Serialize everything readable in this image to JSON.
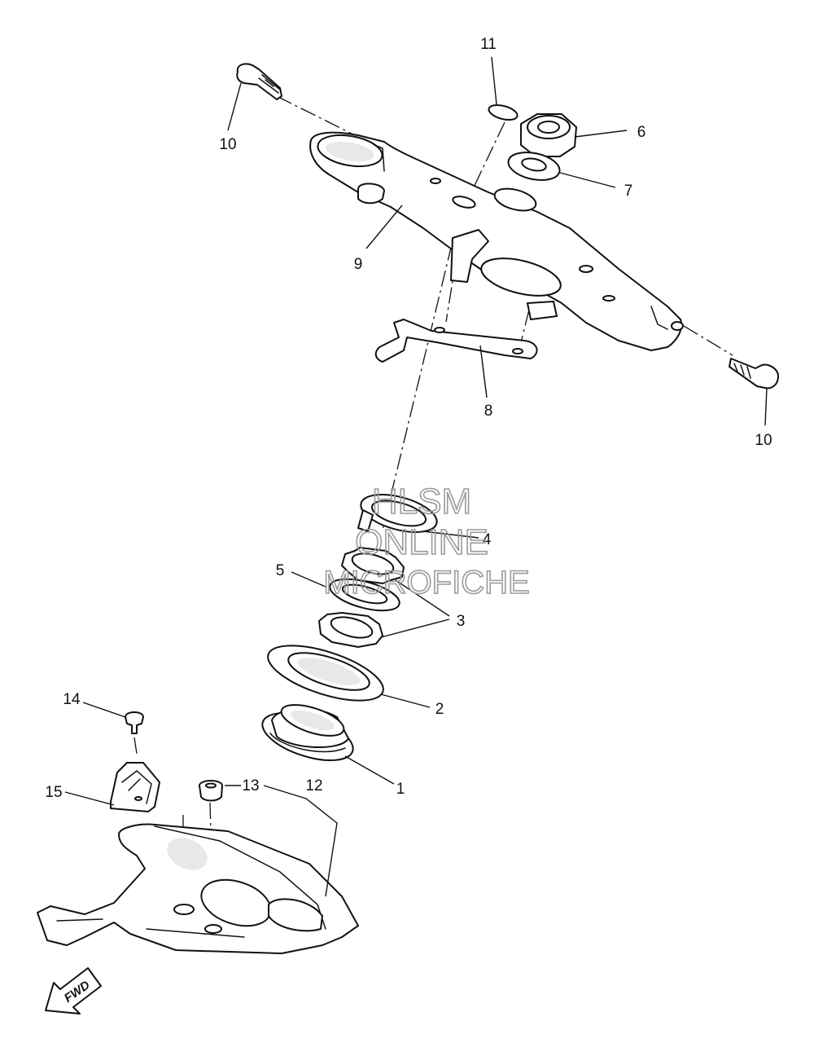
{
  "callouts": {
    "c1": "1",
    "c2": "2",
    "c3": "3",
    "c4": "4",
    "c5": "5",
    "c6": "6",
    "c7": "7",
    "c8": "8",
    "c9": "9",
    "c10a": "10",
    "c10b": "10",
    "c11": "11",
    "c12": "12",
    "c13": "13",
    "c14": "14",
    "c15": "15"
  },
  "watermark": {
    "line1": "HLSM",
    "line2": "ONLINE",
    "line3": "MICROFICHE"
  },
  "fwd_label": "FWD",
  "colors": {
    "line": "#111111",
    "watermark": "#9a9a9a",
    "background": "#ffffff"
  }
}
